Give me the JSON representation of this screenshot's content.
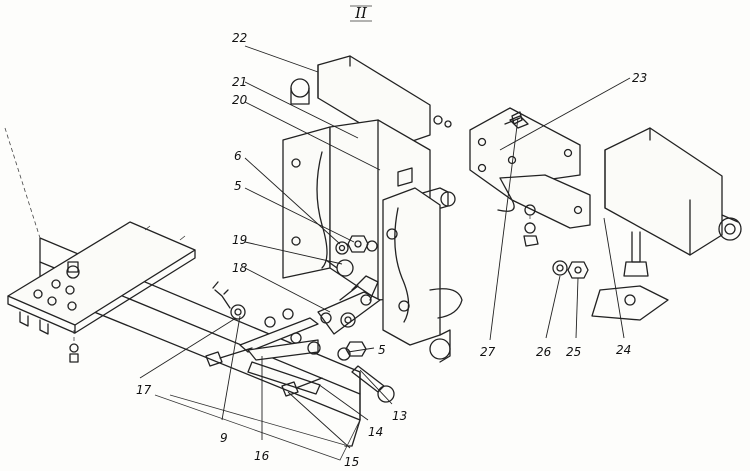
{
  "figure": {
    "view_label": "II",
    "callouts": [
      {
        "id": "c22",
        "text": "22"
      },
      {
        "id": "c21",
        "text": "21"
      },
      {
        "id": "c20",
        "text": "20"
      },
      {
        "id": "c6",
        "text": "6"
      },
      {
        "id": "c5a",
        "text": "5"
      },
      {
        "id": "c19",
        "text": "19"
      },
      {
        "id": "c18",
        "text": "18"
      },
      {
        "id": "c17",
        "text": "17"
      },
      {
        "id": "c9",
        "text": "9"
      },
      {
        "id": "c16",
        "text": "16"
      },
      {
        "id": "c15",
        "text": "15"
      },
      {
        "id": "c14",
        "text": "14"
      },
      {
        "id": "c13",
        "text": "13"
      },
      {
        "id": "c5b",
        "text": "5"
      },
      {
        "id": "c27",
        "text": "27"
      },
      {
        "id": "c26",
        "text": "26"
      },
      {
        "id": "c25",
        "text": "25"
      },
      {
        "id": "c24",
        "text": "24"
      },
      {
        "id": "c23",
        "text": "23"
      }
    ]
  }
}
